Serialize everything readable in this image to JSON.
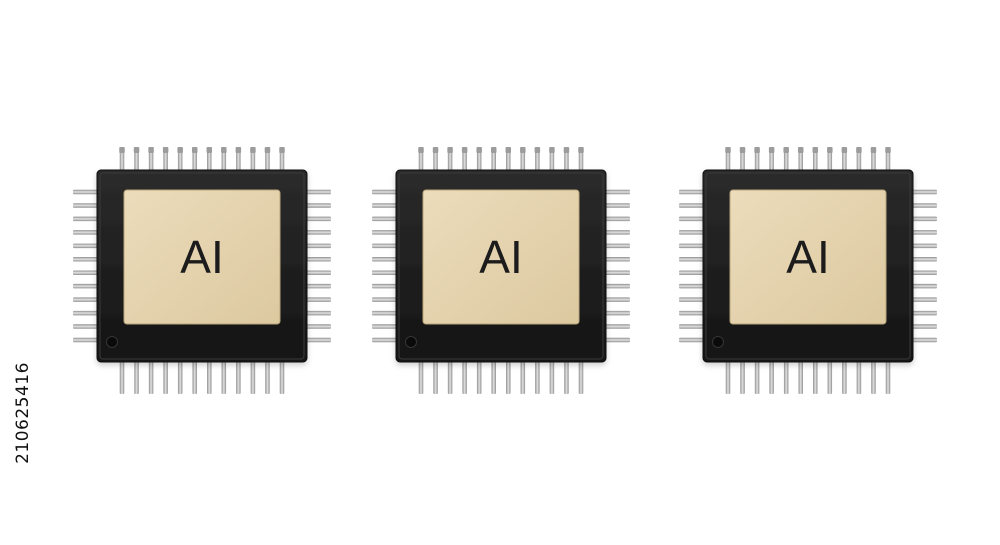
{
  "image": {
    "side_id": "210625416",
    "chips": [
      {
        "label": "AI",
        "label_color": "#1c1c1c"
      },
      {
        "label": "AI",
        "label_color": "#1c1c1c"
      },
      {
        "label": "AI",
        "label_color": "#1c1c1c"
      }
    ],
    "colors": {
      "background": "#ffffff",
      "package": "#1e1e1e",
      "die": "#e6d6b2",
      "pin": "#b7b7b7",
      "text": "#1c1c1c"
    },
    "pins_per_side": 12
  }
}
